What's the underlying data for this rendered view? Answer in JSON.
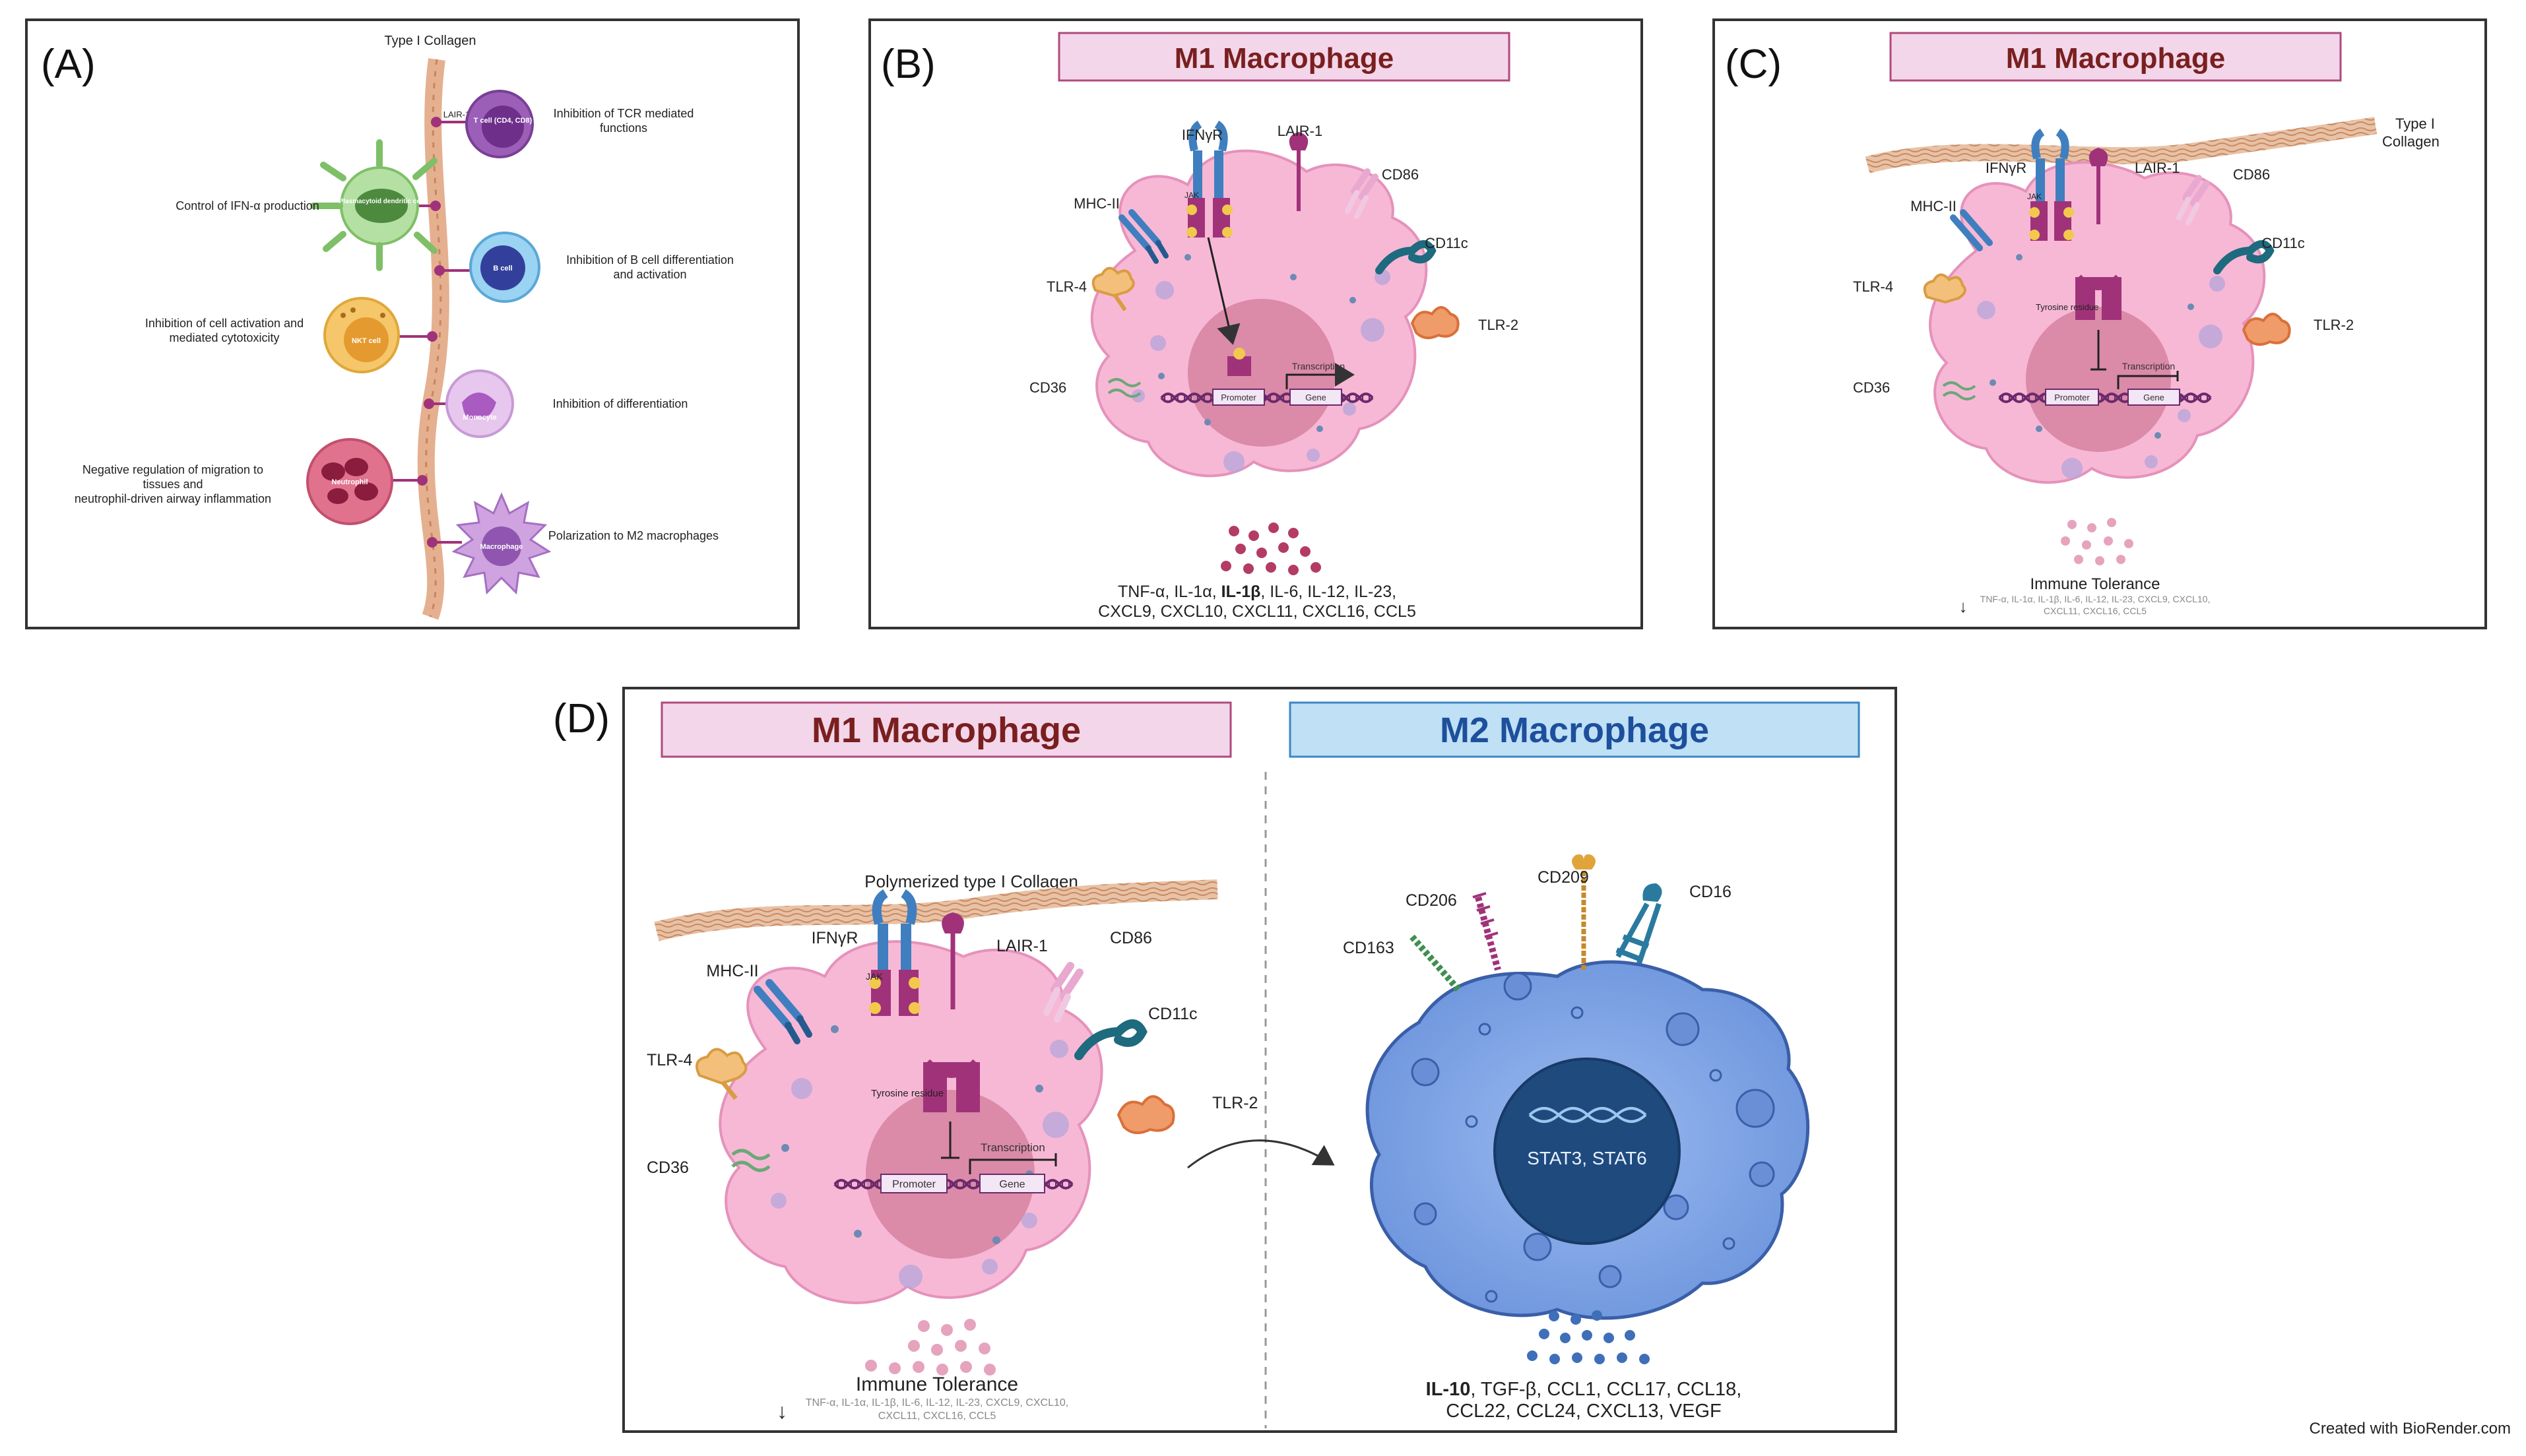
{
  "panels": {
    "a": {
      "letter": "(A)",
      "collagen_title": "Type I Collagen",
      "lair_label": "LAIR-1",
      "cells": {
        "tcell": "T cell (CD4, CD8)",
        "pdc": "Plasmacytoid dendritic cell",
        "bcell": "B cell",
        "nkt": "NKT cell",
        "monocyte": "Monocyte",
        "neutrophil": "Neutrophil",
        "macrophage": "Macrophage"
      },
      "effects": {
        "tcell": [
          "Inhibition of TCR mediated",
          "functions"
        ],
        "pdc": [
          "Control of IFN-α production"
        ],
        "bcell": [
          "Inhibition of B cell differentiation",
          "and activation"
        ],
        "nkt": [
          "Inhibition of cell activation and",
          "mediated cytotoxicity"
        ],
        "monocyte": [
          "Inhibition of differentiation"
        ],
        "neutrophil": [
          "Negative regulation of migration to",
          "tissues and",
          "neutrophil-driven airway inflammation"
        ],
        "macrophage": [
          "Polarization to M2 macrophages"
        ]
      }
    },
    "b": {
      "letter": "(B)",
      "header": "M1 Macrophage",
      "receptors": {
        "ifngr": "IFNγR",
        "lair1": "LAIR-1",
        "cd86": "CD86",
        "mhc2": "MHC-II",
        "cd11c": "CD11c",
        "tlr4": "TLR-4",
        "tlr2": "TLR-2",
        "cd36": "CD36",
        "jak": "JAK"
      },
      "promoter": "Promoter",
      "gene": "Gene",
      "transcription": "Transcription",
      "cytokines_line1_pre": "TNF-α, IL-1α, ",
      "cytokines_line1_bold": "IL-1β",
      "cytokines_line1_post": ", IL-6, IL-12, IL-23,",
      "cytokines_line2": "CXCL9, CXCL10, CXCL11, CXCL16, CCL5"
    },
    "c": {
      "letter": "(C)",
      "header": "M1 Macrophage",
      "collagen_label_1": "Type I",
      "collagen_label_2": "Collagen",
      "receptors": {
        "ifngr": "IFNγR",
        "lair1": "LAIR-1",
        "cd86": "CD86",
        "mhc2": "MHC-II",
        "cd11c": "CD11c",
        "tlr4": "TLR-4",
        "tlr2": "TLR-2",
        "cd36": "CD36",
        "jak": "JAK"
      },
      "tyrosine": "Tyrosine residue",
      "promoter": "Promoter",
      "gene": "Gene",
      "transcription": "Transcription",
      "tolerance": "Immune Tolerance",
      "arrow": "↓",
      "small_line1": "TNF-α, IL-1α, IL-1β, IL-6, IL-12, IL-23, CXCL9, CXCL10,",
      "small_line2": "CXCL11, CXCL16, CCL5"
    },
    "d": {
      "letter": "(D)",
      "header_m1": "M1 Macrophage",
      "header_m2": "M2 Macrophage",
      "collagen": "Polymerized type I Collagen",
      "receptors": {
        "ifngr": "IFNγR",
        "lair1": "LAIR-1",
        "cd86": "CD86",
        "mhc2": "MHC-II",
        "cd11c": "CD11c",
        "tlr4": "TLR-4",
        "tlr2": "TLR-2",
        "cd36": "CD36",
        "jak": "JAK"
      },
      "tyrosine": "Tyrosine residue",
      "promoter": "Promoter",
      "gene": "Gene",
      "transcription": "Transcription",
      "tolerance": "Immune Tolerance",
      "arrow": "↓",
      "small_line1": "TNF-α, IL-1α, IL-1β, IL-6, IL-12, IL-23, CXCL9, CXCL10,",
      "small_line2": "CXCL11, CXCL16, CCL5",
      "m2_receptors": {
        "cd206": "CD206",
        "cd209": "CD209",
        "cd16": "CD16",
        "cd163": "CD163"
      },
      "stat": "STAT3, STAT6",
      "m2_line1_bold": "IL-10",
      "m2_line1_post": ", TGF-β, CCL1, CCL17, CCL18,",
      "m2_line2": "CCL22, CCL24, CXCL13, VEGF"
    }
  },
  "credit": "Created with BioRender.com",
  "colors": {
    "m1_header_fill": "#f3d6ea",
    "m1_header_border": "#b04a7e",
    "m2_header_fill": "#bfe0f5",
    "m2_header_border": "#3b86c6",
    "m1_cell": "#f7b8d6",
    "m1_nucleus": "#c9728f",
    "m2_cell": "#7ea4e6",
    "m2_nucleus": "#1f4a7e",
    "collagen": "#d9a27c"
  }
}
